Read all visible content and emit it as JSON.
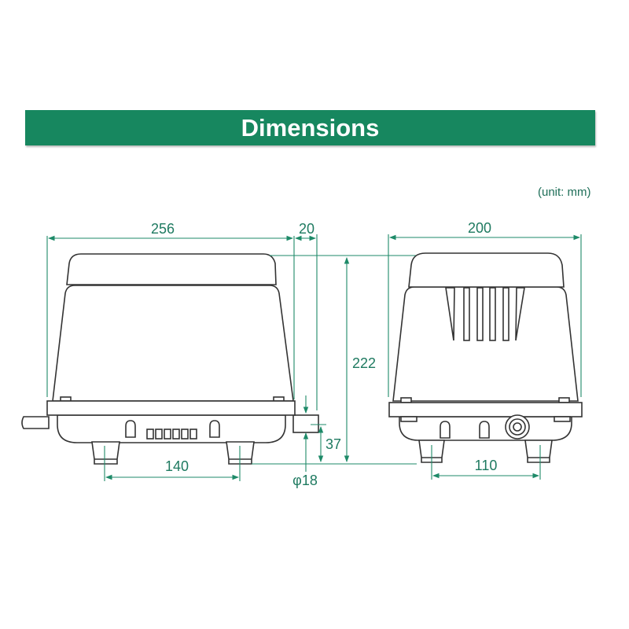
{
  "header": {
    "title": "Dimensions"
  },
  "unit_note": "(unit: mm)",
  "dimensions": {
    "front_width": "256",
    "outlet_protrusion": "20",
    "height": "222",
    "outlet_height": "37",
    "outlet_diameter": "φ18",
    "front_feet_spacing": "140",
    "side_width": "200",
    "side_feet_spacing": "110"
  },
  "colors": {
    "banner": "#17875f",
    "dimension": "#1e8a68"
  }
}
